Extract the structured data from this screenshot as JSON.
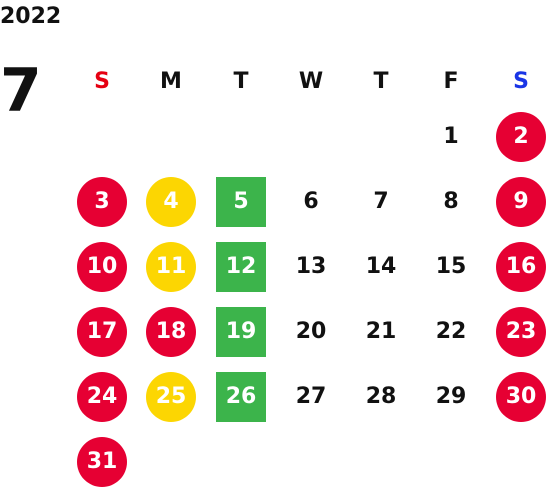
{
  "year": "2022",
  "month": "7",
  "weekdays": [
    "S",
    "M",
    "T",
    "W",
    "T",
    "F",
    "S"
  ],
  "colors": {
    "holiday": "#e60033",
    "yellow": "#fcd602",
    "green": "#3cb44b",
    "sunday": "#e60012",
    "saturday": "#1a35e6"
  },
  "weeks": [
    [
      null,
      null,
      null,
      null,
      null,
      {
        "d": "1",
        "s": "plain"
      },
      {
        "d": "2",
        "s": "red"
      }
    ],
    [
      {
        "d": "3",
        "s": "red"
      },
      {
        "d": "4",
        "s": "yellow"
      },
      {
        "d": "5",
        "s": "green"
      },
      {
        "d": "6",
        "s": "plain"
      },
      {
        "d": "7",
        "s": "plain"
      },
      {
        "d": "8",
        "s": "plain"
      },
      {
        "d": "9",
        "s": "red"
      }
    ],
    [
      {
        "d": "10",
        "s": "red"
      },
      {
        "d": "11",
        "s": "yellow"
      },
      {
        "d": "12",
        "s": "green"
      },
      {
        "d": "13",
        "s": "plain"
      },
      {
        "d": "14",
        "s": "plain"
      },
      {
        "d": "15",
        "s": "plain"
      },
      {
        "d": "16",
        "s": "red"
      }
    ],
    [
      {
        "d": "17",
        "s": "red"
      },
      {
        "d": "18",
        "s": "red"
      },
      {
        "d": "19",
        "s": "green"
      },
      {
        "d": "20",
        "s": "plain"
      },
      {
        "d": "21",
        "s": "plain"
      },
      {
        "d": "22",
        "s": "plain"
      },
      {
        "d": "23",
        "s": "red"
      }
    ],
    [
      {
        "d": "24",
        "s": "red"
      },
      {
        "d": "25",
        "s": "yellow"
      },
      {
        "d": "26",
        "s": "green"
      },
      {
        "d": "27",
        "s": "plain"
      },
      {
        "d": "28",
        "s": "plain"
      },
      {
        "d": "29",
        "s": "plain"
      },
      {
        "d": "30",
        "s": "red"
      }
    ],
    [
      {
        "d": "31",
        "s": "red"
      },
      null,
      null,
      null,
      null,
      null,
      null
    ]
  ]
}
